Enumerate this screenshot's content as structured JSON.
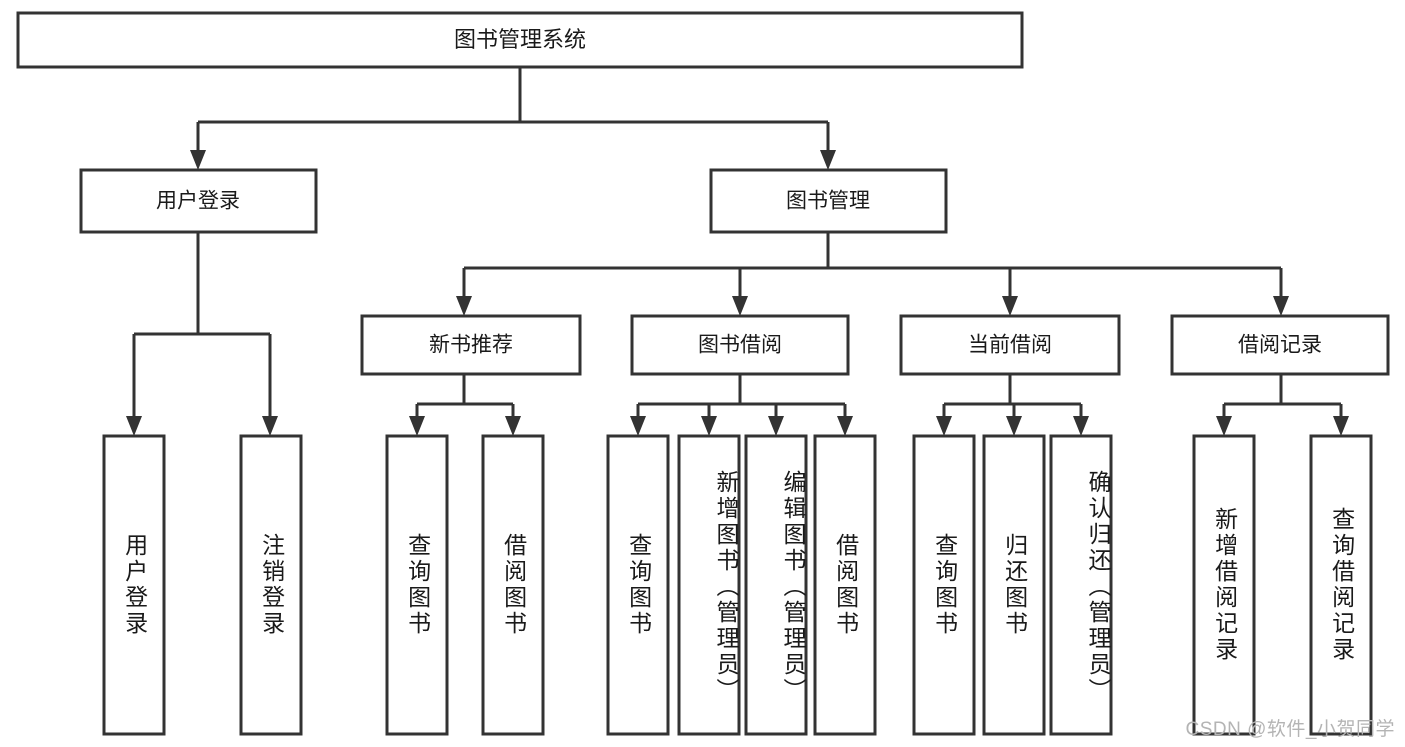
{
  "diagram": {
    "type": "tree-hierarchy",
    "title": "图书管理系统",
    "watermark": "CSDN @软件_小贺同学",
    "colors": {
      "stroke": "#333333",
      "fill": "#ffffff",
      "text": "#1a1a1a",
      "watermark": "#b4b4b4"
    },
    "root": {
      "label": "图书管理系统"
    },
    "level2": [
      {
        "label": "用户登录"
      },
      {
        "label": "图书管理"
      }
    ],
    "level3": [
      {
        "label": "新书推荐"
      },
      {
        "label": "图书借阅"
      },
      {
        "label": "当前借阅"
      },
      {
        "label": "借阅记录"
      }
    ],
    "leaves": {
      "user_login": [
        {
          "label": "用户登录"
        },
        {
          "label": "注销登录"
        }
      ],
      "new_book": [
        {
          "label": "查询图书"
        },
        {
          "label": "借阅图书"
        }
      ],
      "book_borrow": [
        {
          "label": "查询图书"
        },
        {
          "label": "新增图书（管理员）"
        },
        {
          "label": "编辑图书（管理员）"
        },
        {
          "label": "借阅图书"
        }
      ],
      "current_borrow": [
        {
          "label": "查询图书"
        },
        {
          "label": "归还图书"
        },
        {
          "label": "确认归还（管理员）"
        }
      ],
      "borrow_record": [
        {
          "label": "新增借阅记录"
        },
        {
          "label": "查询借阅记录"
        }
      ]
    }
  }
}
